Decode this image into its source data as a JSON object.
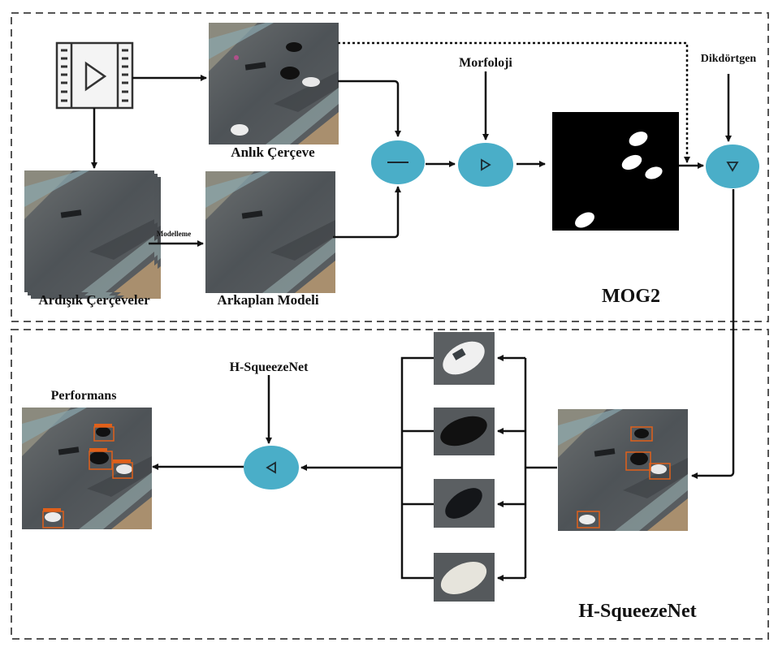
{
  "panels": {
    "mog2": {
      "title": "MOG2"
    },
    "hsqueezenet": {
      "title": "H-SqueezeNet"
    }
  },
  "labels": {
    "instant_frame": "Anlık Çerçeve",
    "consecutive_frames": "Ardışık Çerçeveler",
    "background_model": "Arkaplan Modeli",
    "modelling": "Modelleme",
    "morphology": "Morfoloji",
    "rectangle": "Dikdörtgen",
    "hsqueezenet_input": "H-SqueezeNet",
    "performance": "Performans"
  },
  "nodes": {
    "subtract": {
      "symbol": "minus-icon"
    },
    "morph": {
      "symbol": "triangle-right-icon"
    },
    "rect": {
      "symbol": "triangle-down-icon"
    },
    "classify": {
      "symbol": "triangle-left-icon"
    }
  },
  "crops": [
    {
      "car": "white-sedan"
    },
    {
      "car": "black-suv"
    },
    {
      "car": "black-sedan"
    },
    {
      "car": "white-hatchback"
    }
  ],
  "colors": {
    "node_fill": "#4aaec8",
    "box_stroke": "#e0601a",
    "panel_border": "#555555",
    "road": "#4f5459"
  }
}
